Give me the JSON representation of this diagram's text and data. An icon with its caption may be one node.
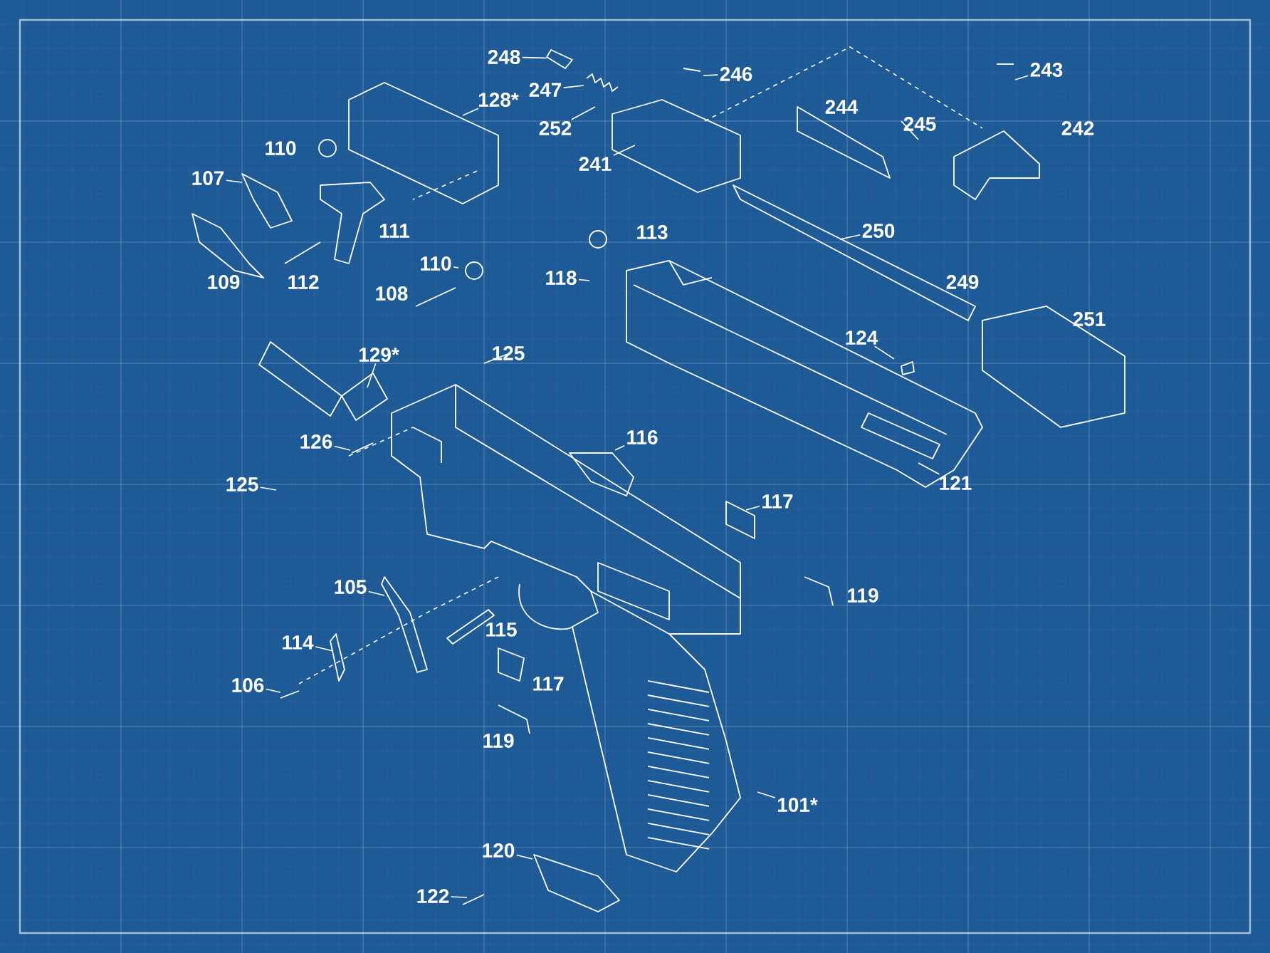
{
  "diagram": {
    "nodes": [
      {
        "text": [
          "248"
        ]
      },
      {
        "text": [
          "247"
        ]
      },
      {
        "text": [
          "246"
        ]
      },
      {
        "text": [
          "252"
        ]
      },
      {
        "text": [
          "128*"
        ]
      },
      {
        "text": [
          "241"
        ]
      },
      {
        "text": [
          "243"
        ]
      },
      {
        "text": [
          "107"
        ]
      },
      {
        "text": [
          "110"
        ]
      },
      {
        "text": [
          "118"
        ]
      },
      {
        "text": [
          "250"
        ]
      },
      {
        "text": [
          "124"
        ]
      },
      {
        "text": [
          "121"
        ]
      },
      {
        "text": [
          "129*"
        ]
      },
      {
        "text": [
          "126"
        ]
      },
      {
        "text": [
          "125"
        ]
      },
      {
        "text": [
          "116"
        ]
      },
      {
        "text": [
          "117"
        ]
      },
      {
        "text": [
          "105"
        ]
      },
      {
        "text": [
          "114"
        ]
      },
      {
        "text": [
          "106"
        ]
      },
      {
        "text": [
          "101*"
        ]
      },
      {
        "text": [
          "120"
        ]
      },
      {
        "text": [
          "122"
        ]
      },
      {
        "text": [],
        "shape": "picture"
      }
    ],
    "edges": [
      {
        "from": 0,
        "to": 24,
        "arrow": "none"
      },
      {
        "from": 1,
        "to": null,
        "arrow": "none"
      },
      {
        "from": 2,
        "to": null,
        "arrow": "none"
      },
      {
        "from": 3,
        "to": null,
        "arrow": "none"
      },
      {
        "from": 4,
        "to": null,
        "arrow": "none"
      },
      {
        "from": 5,
        "to": null,
        "arrow": "none"
      },
      {
        "from": 6,
        "to": null,
        "arrow": "none"
      },
      {
        "from": 7,
        "to": null,
        "arrow": "none"
      },
      {
        "from": 8,
        "to": null,
        "arrow": "none"
      },
      {
        "from": 9,
        "to": null,
        "arrow": "none"
      },
      {
        "from": 10,
        "to": null,
        "arrow": "none"
      },
      {
        "from": 11,
        "to": null,
        "arrow": "none"
      },
      {
        "from": 12,
        "to": null,
        "arrow": "none"
      },
      {
        "from": 13,
        "to": null,
        "arrow": "none"
      },
      {
        "from": 14,
        "to": null,
        "arrow": "none"
      },
      {
        "from": 15,
        "to": null,
        "arrow": "none"
      },
      {
        "from": 16,
        "to": null,
        "arrow": "none"
      },
      {
        "from": 17,
        "to": null,
        "arrow": "none"
      },
      {
        "from": 18,
        "to": null,
        "arrow": "none"
      },
      {
        "from": 19,
        "to": null,
        "arrow": "none"
      },
      {
        "from": 20,
        "to": null,
        "arrow": "none"
      },
      {
        "from": 21,
        "to": null,
        "arrow": "none"
      },
      {
        "from": 22,
        "to": null,
        "arrow": "none"
      },
      {
        "from": 23,
        "to": null,
        "arrow": "none"
      }
    ],
    "labels": [
      "244",
      "245",
      "242",
      "110",
      "111",
      "109",
      "112",
      "108",
      "113",
      "249",
      "251",
      "125",
      "115",
      "117",
      "119",
      "119"
    ]
  }
}
